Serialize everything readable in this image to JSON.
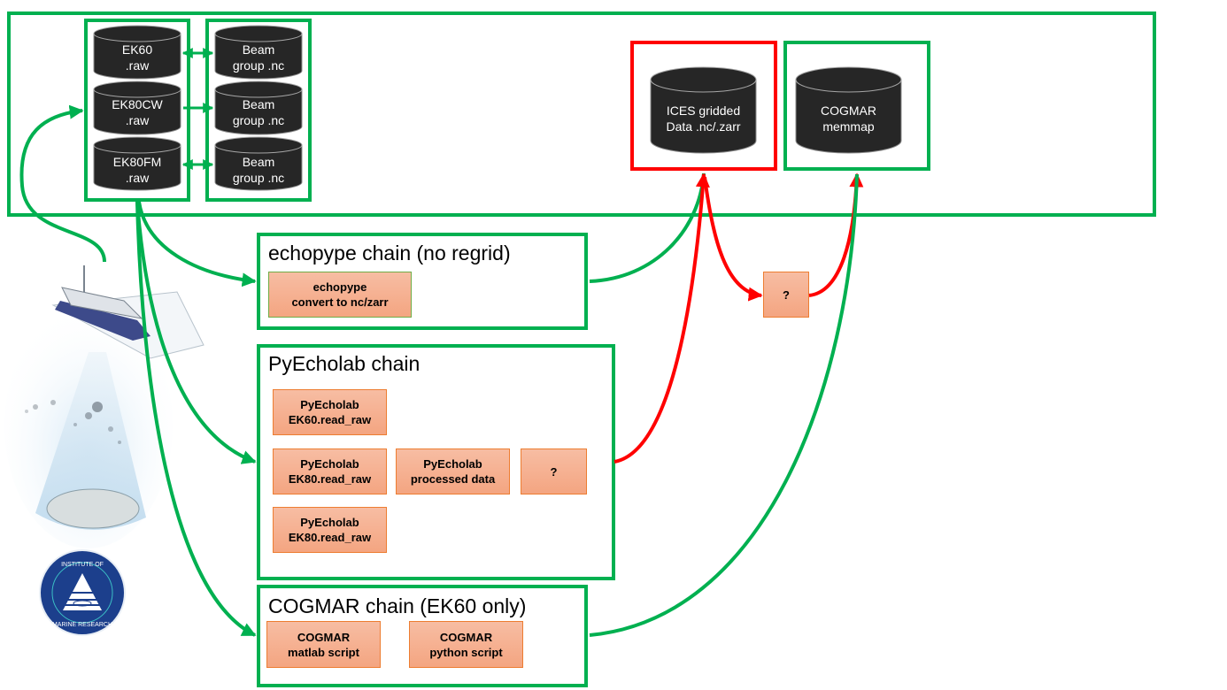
{
  "sources": {
    "raw_files": [
      {
        "line1": "EK60",
        "line2": ".raw"
      },
      {
        "line1": "EK80CW",
        "line2": ".raw"
      },
      {
        "line1": "EK80FM",
        "line2": ".raw"
      }
    ],
    "beam_files": [
      {
        "line1": "Beam",
        "line2": "group .nc"
      },
      {
        "line1": "Beam",
        "line2": "group .nc"
      },
      {
        "line1": "Beam",
        "line2": "group .nc"
      }
    ]
  },
  "targets": {
    "ices": {
      "line1": "ICES gridded",
      "line2": "Data .nc/.zarr"
    },
    "cogmar": {
      "line1": "COGMAR",
      "line2": "memmap"
    }
  },
  "intermediate_unknown": "?",
  "chains": {
    "echopype": {
      "title": "echopype chain (no regrid)",
      "steps": [
        {
          "text": "echopype\nconvert to nc/zarr"
        }
      ]
    },
    "pyecholab": {
      "title": "PyEcholab chain",
      "steps": [
        {
          "text": "PyEcholab\nEK60.read_raw"
        },
        {
          "text": "PyEcholab\nEK80.read_raw"
        },
        {
          "text": "PyEcholab\nprocessed data"
        },
        {
          "text": "?"
        },
        {
          "text": "PyEcholab\nEK80.read_raw"
        }
      ]
    },
    "cogmar": {
      "title": "COGMAR chain (EK60 only)",
      "steps": [
        {
          "text": "COGMAR\nmatlab script"
        },
        {
          "text": "COGMAR\npython script"
        }
      ]
    }
  },
  "illustrations": {
    "vessel": "research-vessel-echosounder-illustration",
    "logo_text": "INSTITUTE OF MARINE RESEARCH"
  },
  "colors": {
    "green": "#00b050",
    "red": "#ff0000",
    "cylinder": "#262626",
    "process_fill": "#f4a581",
    "process_border": "#ed7d31"
  }
}
